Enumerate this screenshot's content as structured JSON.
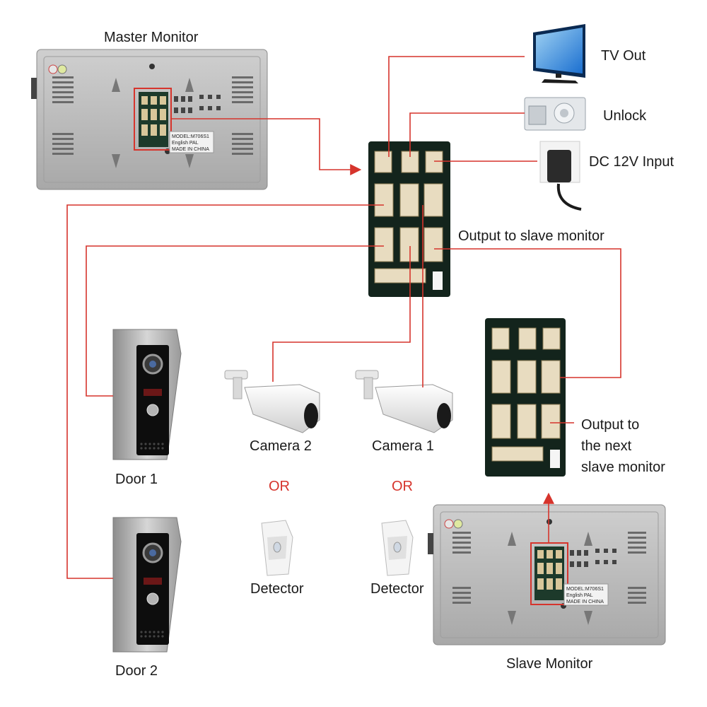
{
  "labels": {
    "master_monitor": "Master Monitor",
    "tv_out": "TV Out",
    "unlock": "Unlock",
    "dc_input": "DC 12V Input",
    "output_slave": "Output to slave monitor",
    "camera2": "Camera 2",
    "camera1": "Camera 1",
    "door1": "Door 1",
    "door2": "Door 2",
    "or_left": "OR",
    "or_right": "OR",
    "detector_left": "Detector",
    "detector_right": "Detector",
    "output_next": "Output to\nthe next\nslave monitor",
    "slave_monitor": "Slave Monitor"
  },
  "monitor_sticker": {
    "line1": "MODEL:M706S1",
    "line2": "English PAL",
    "line3": "MADE IN CHINA"
  },
  "colors": {
    "wire": "#d6342c",
    "board": "#13241c",
    "monitor_shell": "#b9b9b9",
    "accent_text": "#d6342c"
  }
}
